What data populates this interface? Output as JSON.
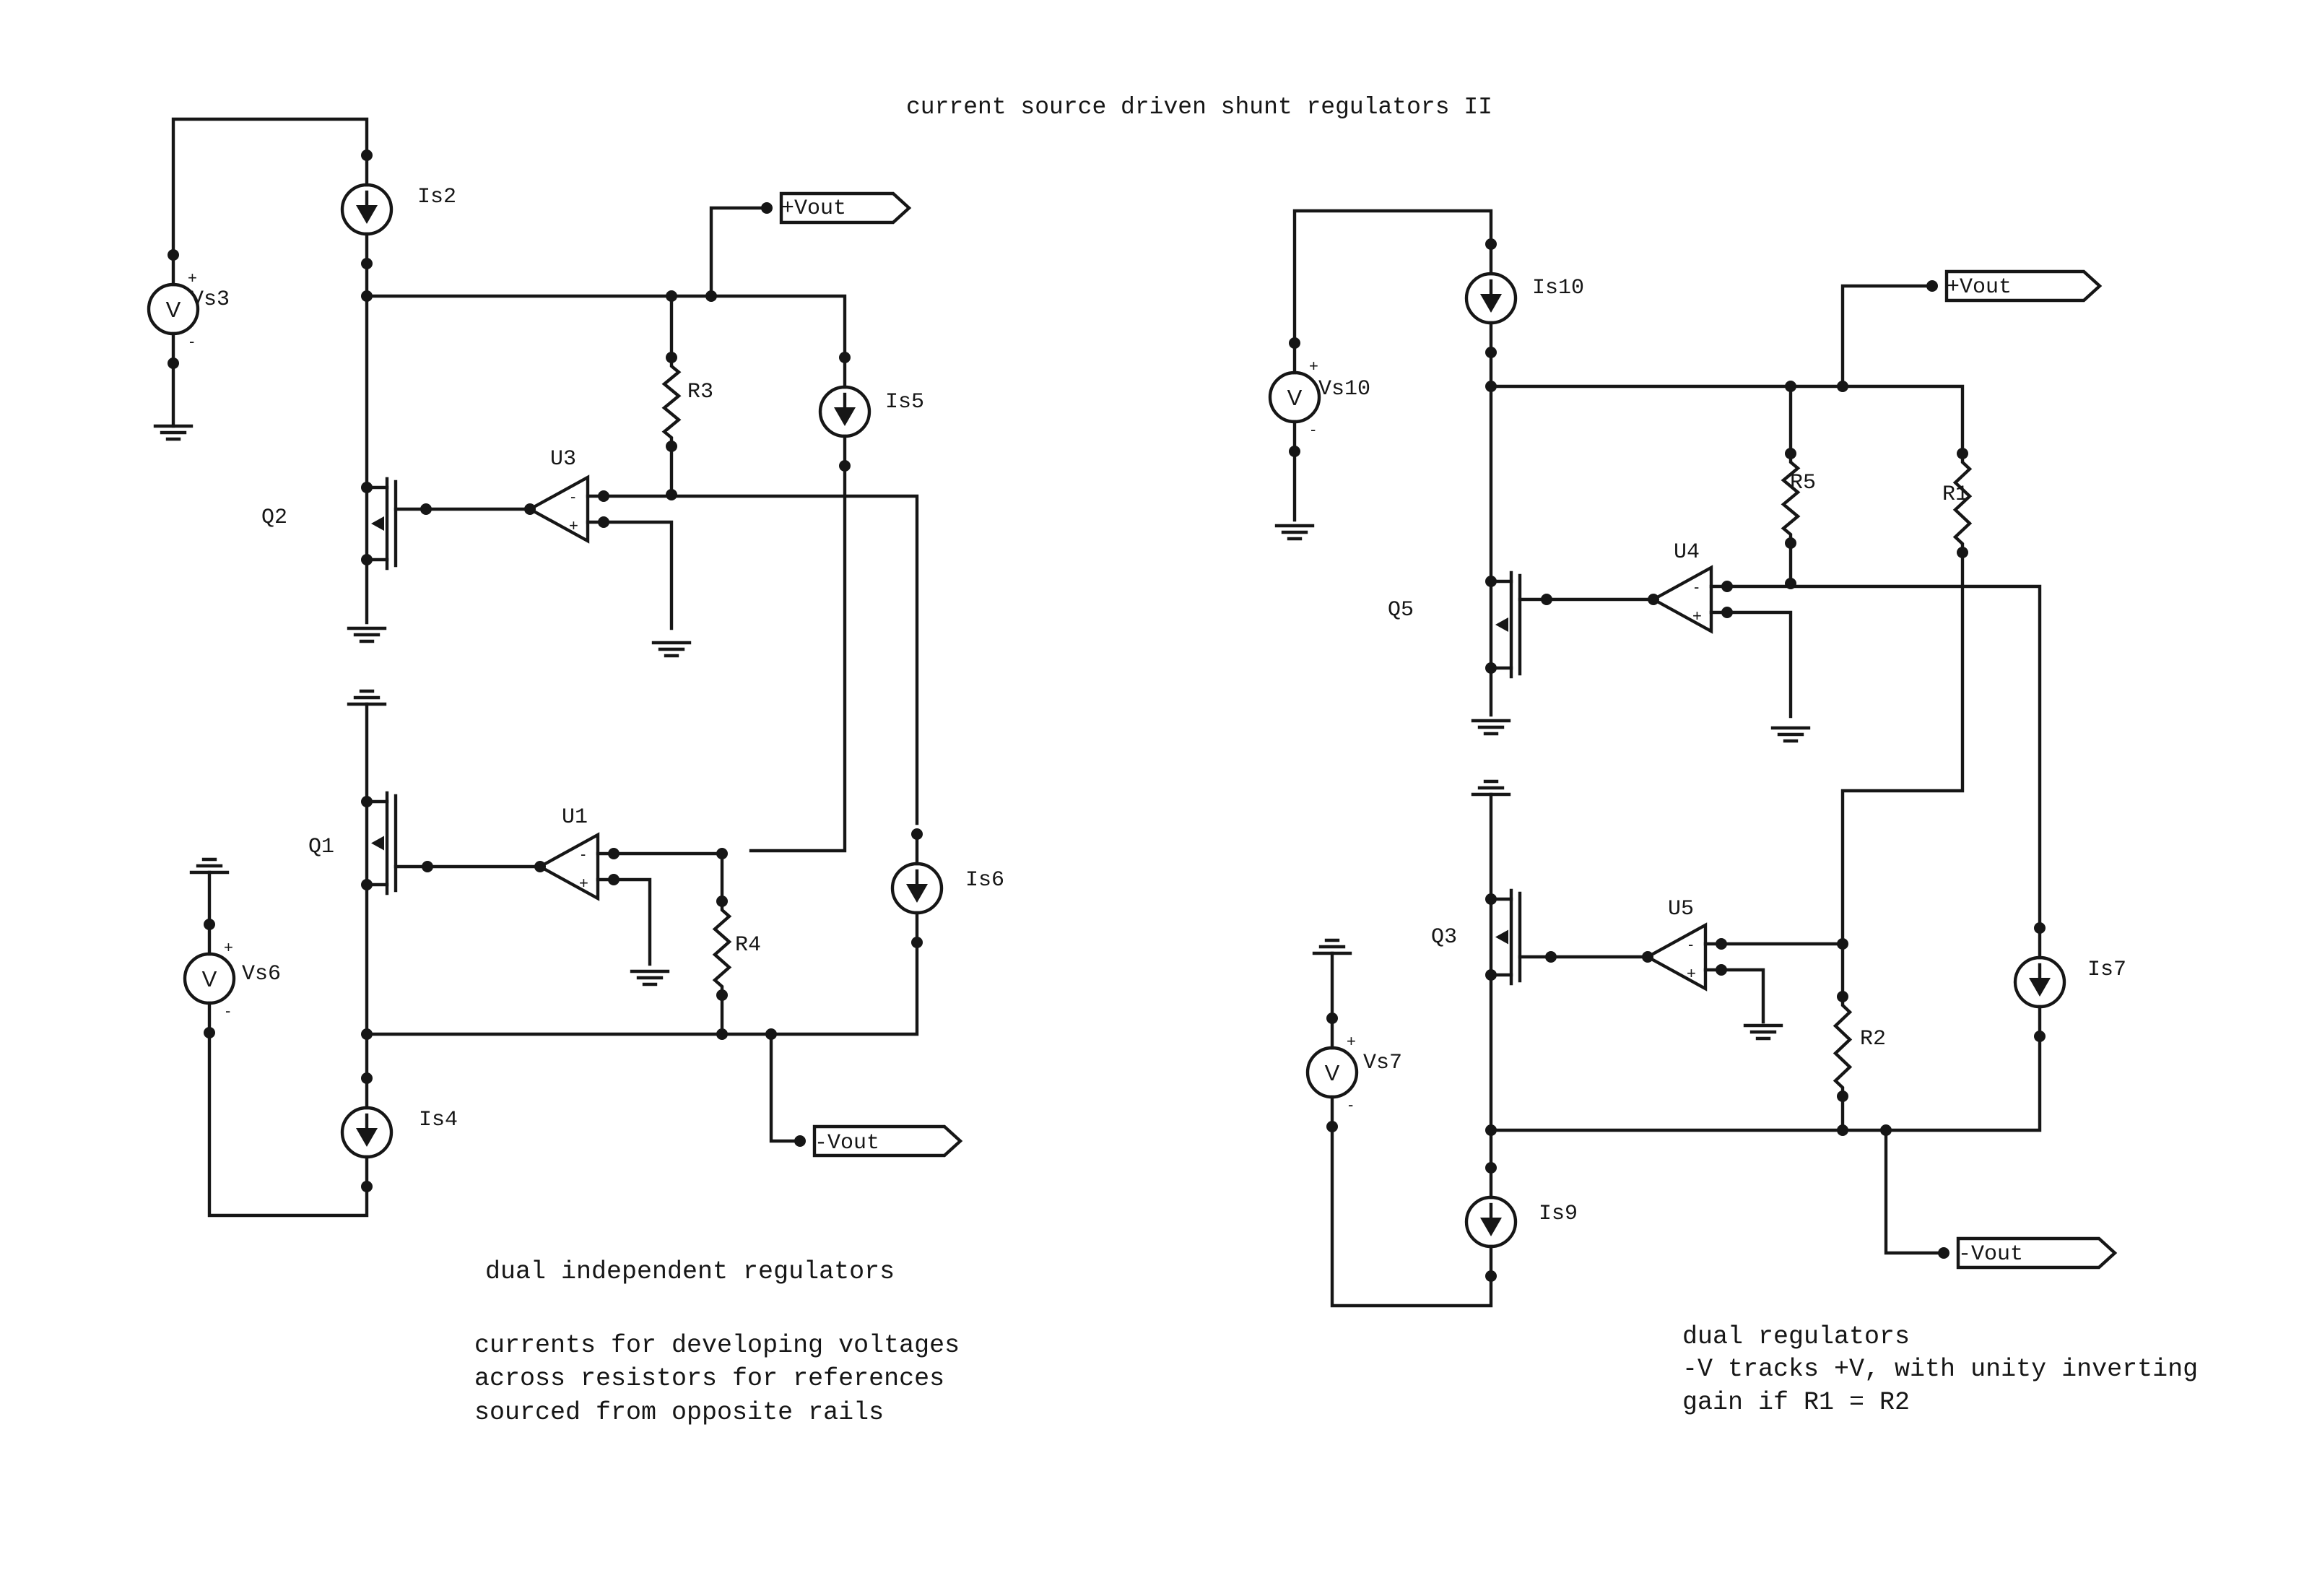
{
  "title": "current source driven shunt regulators II",
  "left": {
    "sources": {
      "vs3": "Vs3",
      "vs6": "Vs6"
    },
    "current_sources": {
      "is2": "Is2",
      "is4": "Is4",
      "is5": "Is5",
      "is6": "Is6"
    },
    "resistors": {
      "r3": "R3",
      "r4": "R4"
    },
    "opamps": {
      "u3": "U3",
      "u1": "U1"
    },
    "transistors": {
      "q2": "Q2",
      "q1": "Q1"
    },
    "ports": {
      "pos": "+Vout",
      "neg": "-Vout"
    },
    "caption": "dual independent regulators",
    "notes": [
      "currents for developing voltages",
      "across resistors for references",
      "sourced from opposite rails"
    ]
  },
  "right": {
    "sources": {
      "vs10": "Vs10",
      "vs7": "Vs7"
    },
    "current_sources": {
      "is10": "Is10",
      "is9": "Is9",
      "is7": "Is7"
    },
    "resistors": {
      "r5": "R5",
      "r1": "R1",
      "r2": "R2"
    },
    "opamps": {
      "u4": "U4",
      "u5": "U5"
    },
    "transistors": {
      "q5": "Q5",
      "q3": "Q3"
    },
    "ports": {
      "pos": "+Vout",
      "neg": "-Vout"
    },
    "caption": "dual regulators",
    "notes": [
      "-V tracks +V, with unity inverting",
      "gain if R1 = R2"
    ]
  },
  "symbols": {
    "voltmeter": "V",
    "plus": "+",
    "minus": "-"
  }
}
